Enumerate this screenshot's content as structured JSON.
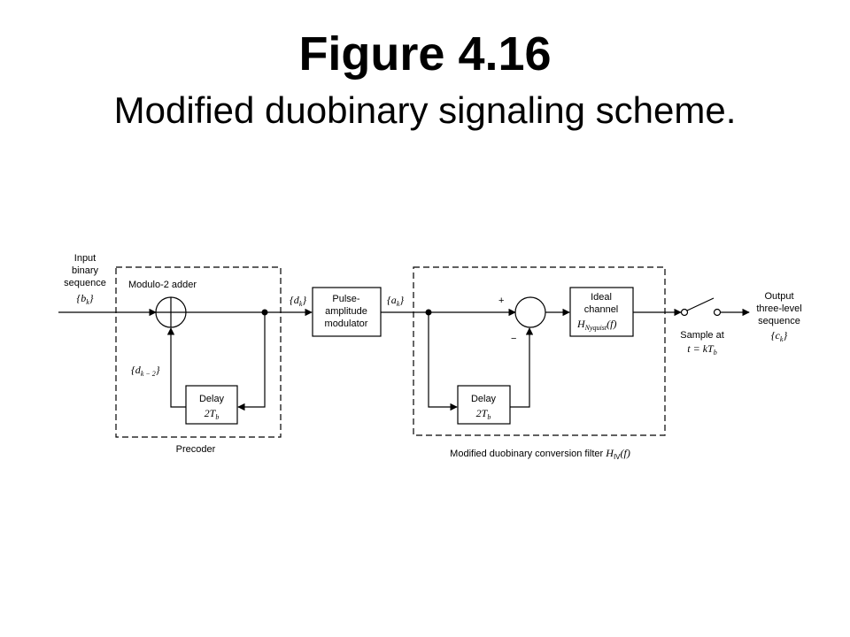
{
  "header": {
    "title": "Figure 4.16",
    "subtitle": "Modified duobinary signaling scheme."
  },
  "diagram": {
    "input_label": [
      "Input",
      "binary",
      "sequence"
    ],
    "input_symbol": "{b",
    "input_symbol_sub": "k",
    "input_symbol_close": "}",
    "modulo_adder_label": "Modulo-2 adder",
    "dk_symbol": "{d",
    "dk_sub": "k",
    "dk_close": "}",
    "dk2_symbol": "{d",
    "dk2_sub": "k − 2",
    "dk2_close": "}",
    "delay1_label": "Delay",
    "delay1_value": "2T",
    "delay1_sub": "b",
    "precoder_label": "Precoder",
    "pam_label": [
      "Pulse-",
      "amplitude",
      "modulator"
    ],
    "ak_symbol": "{a",
    "ak_sub": "k",
    "ak_close": "}",
    "plus_sign": "+",
    "minus_sign": "−",
    "delay2_label": "Delay",
    "delay2_value": "2T",
    "delay2_sub": "b",
    "channel_label": [
      "Ideal",
      "channel"
    ],
    "channel_h": "H",
    "channel_h_sub": "Nyquist",
    "channel_h_arg": "(f)",
    "filter_label": "Modified duobinary conversion filter ",
    "filter_h": "H",
    "filter_h_sub": "IV",
    "filter_h_arg": "(f)",
    "sample_label": "Sample at",
    "sample_eq": "t = kT",
    "sample_eq_sub": "b",
    "output_label": [
      "Output",
      "three-level",
      "sequence"
    ],
    "output_symbol": "{c",
    "output_symbol_sub": "k",
    "output_symbol_close": "}"
  }
}
